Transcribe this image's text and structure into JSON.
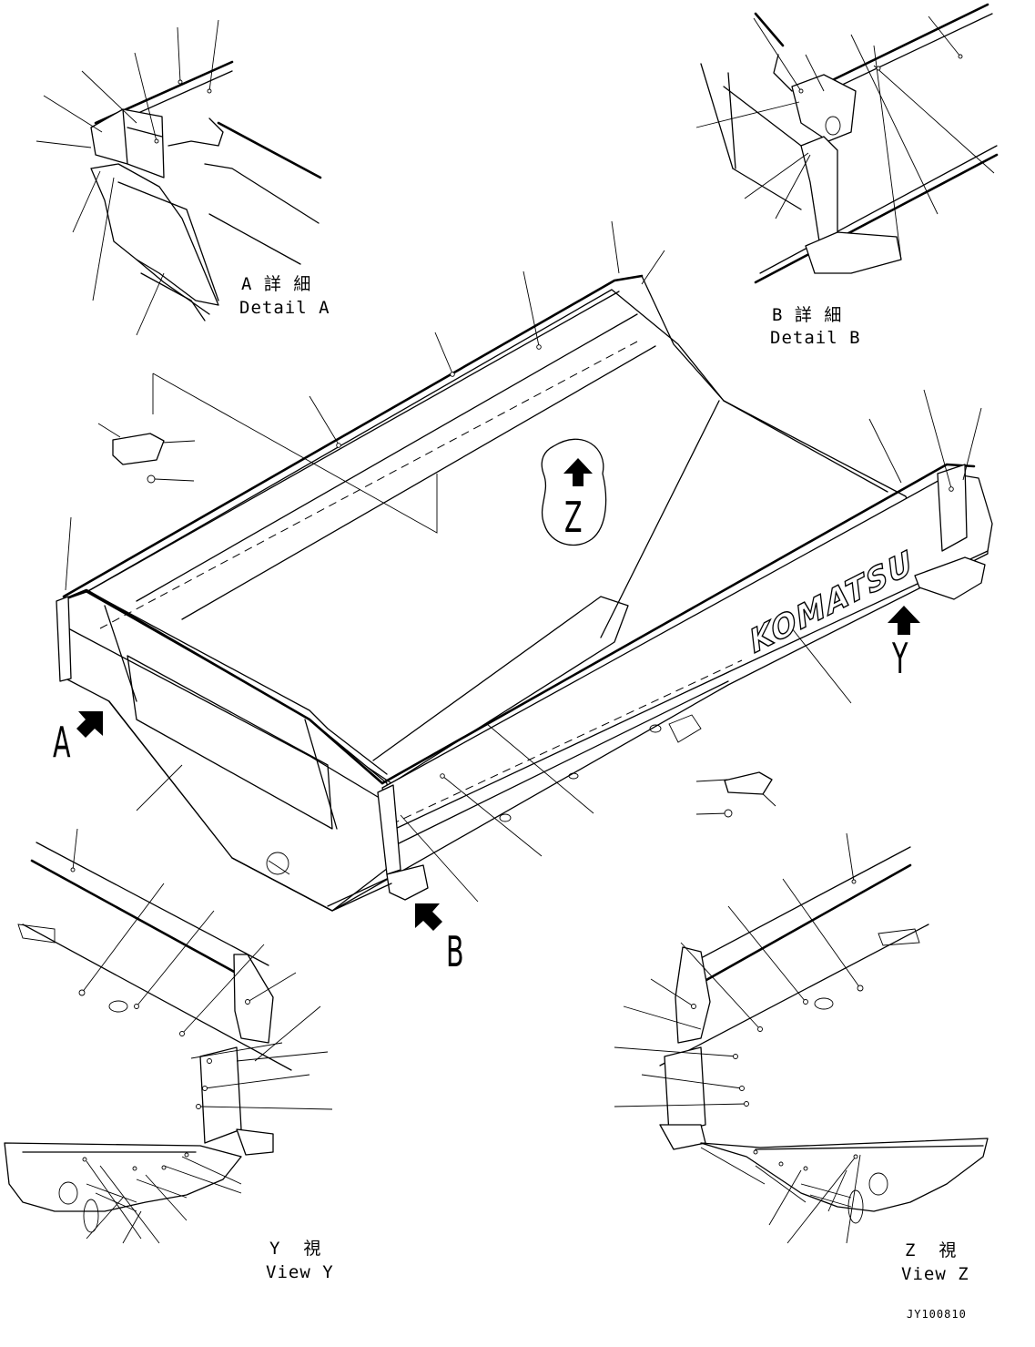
{
  "labels": {
    "detail_a_jp": "A 詳 細",
    "detail_a_en": "Detail A",
    "detail_b_jp": "B 詳 細",
    "detail_b_en": "Detail B",
    "view_y_jp": "Y  視",
    "view_y_en": "View Y",
    "view_z_jp": "Z  視",
    "view_z_en": "View Z",
    "arrow_a": "A",
    "arrow_b": "B",
    "arrow_y": "Y",
    "arrow_z": "Z",
    "brand": "KOMATSU",
    "drawing_code": "JY100810"
  },
  "icons": {
    "view_arrow": "arrow-up-icon",
    "callout_dot": "callout-dot-icon"
  },
  "colors": {
    "line": "#000000",
    "background": "#ffffff"
  }
}
